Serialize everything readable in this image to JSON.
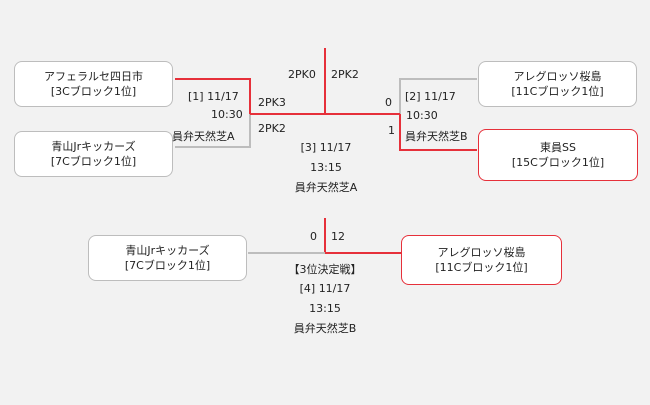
{
  "colors": {
    "winner_line": "#e6303a",
    "loser_line": "#bdbdbd",
    "background": "#f2f2f2"
  },
  "semifinal_1": {
    "team_top": {
      "name": "アフェラルセ四日市",
      "seed": "[3Cブロック1位]"
    },
    "team_bottom": {
      "name": "青山Jrキッカーズ",
      "seed": "[7Cブロック1位]"
    },
    "match_no_date": "[1] 11/17",
    "time": "10:30",
    "venue": "員弁天然芝A",
    "score_top": "2PK3",
    "score_bottom": "2PK2"
  },
  "semifinal_2": {
    "team_top": {
      "name": "アレグロッソ桜島",
      "seed": "[11Cブロック1位]"
    },
    "team_bottom": {
      "name": "東員SS",
      "seed": "[15Cブロック1位]"
    },
    "match_no_date": "[2] 11/17",
    "time": "10:30",
    "venue": "員弁天然芝B",
    "score_top": "0",
    "score_bottom": "1"
  },
  "final": {
    "score_left": "2PK0",
    "score_right": "2PK2",
    "match_no_date": "[3] 11/17",
    "time": "13:15",
    "venue": "員弁天然芝A"
  },
  "third_place": {
    "team_left": {
      "name": "青山Jrキッカーズ",
      "seed": "[7Cブロック1位]"
    },
    "team_right": {
      "name": "アレグロッソ桜島",
      "seed": "[11Cブロック1位]"
    },
    "title": "【3位決定戦】",
    "match_no_date": "[4] 11/17",
    "time": "13:15",
    "venue": "員弁天然芝B",
    "score_left": "0",
    "score_right": "12"
  }
}
